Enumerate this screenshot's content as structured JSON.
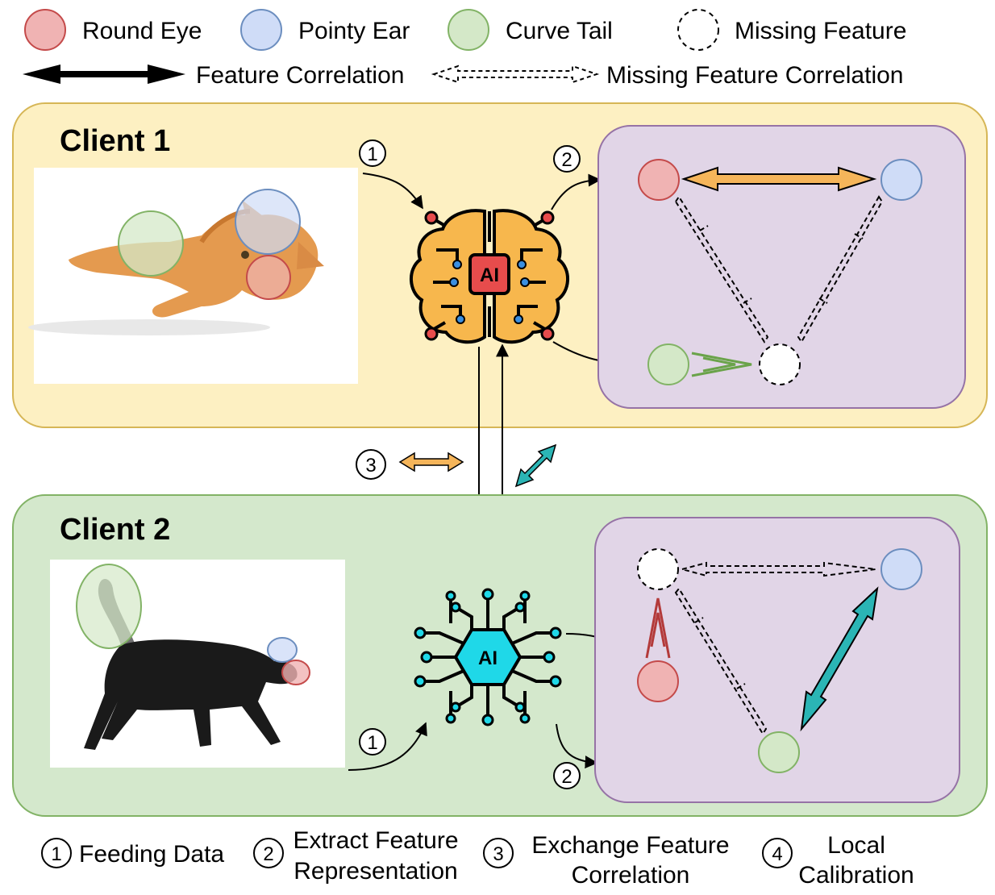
{
  "legend": {
    "round_eye": "Round Eye",
    "pointy_ear": "Pointy Ear",
    "curve_tail": "Curve Tail",
    "missing_feature": "Missing Feature",
    "feature_correlation": "Feature Correlation",
    "missing_feature_correlation": "Missing Feature Correlation"
  },
  "clients": [
    {
      "title": "Client 1",
      "ai_label": "AI"
    },
    {
      "title": "Client 2",
      "ai_label": "AI"
    }
  ],
  "steps": [
    "1",
    "2",
    "3",
    "4"
  ],
  "captions": {
    "step1": "Feeding Data",
    "step2_line1": "Extract Feature",
    "step2_line2": "Representation",
    "step3_line1": "Exchange Feature",
    "step3_line2": "Correlation",
    "step4_line1": "Local",
    "step4_line2": "Calibration"
  },
  "colors": {
    "round_eye": "#f0b3b3",
    "round_eye_stroke": "#c44a4a",
    "pointy_ear": "#cfdcf7",
    "pointy_ear_stroke": "#6c8ebf",
    "curve_tail": "#d4e8c8",
    "curve_tail_stroke": "#82b366",
    "client1_bg": "#fdf0c2",
    "client1_border": "#d6b656",
    "client2_bg": "#d4e8cc",
    "client2_border": "#82b366",
    "panel_bg": "#e1d5e7",
    "panel_border": "#9673a6",
    "orange_arrow": "#f5b55a",
    "teal_arrow": "#2bb5b5"
  }
}
